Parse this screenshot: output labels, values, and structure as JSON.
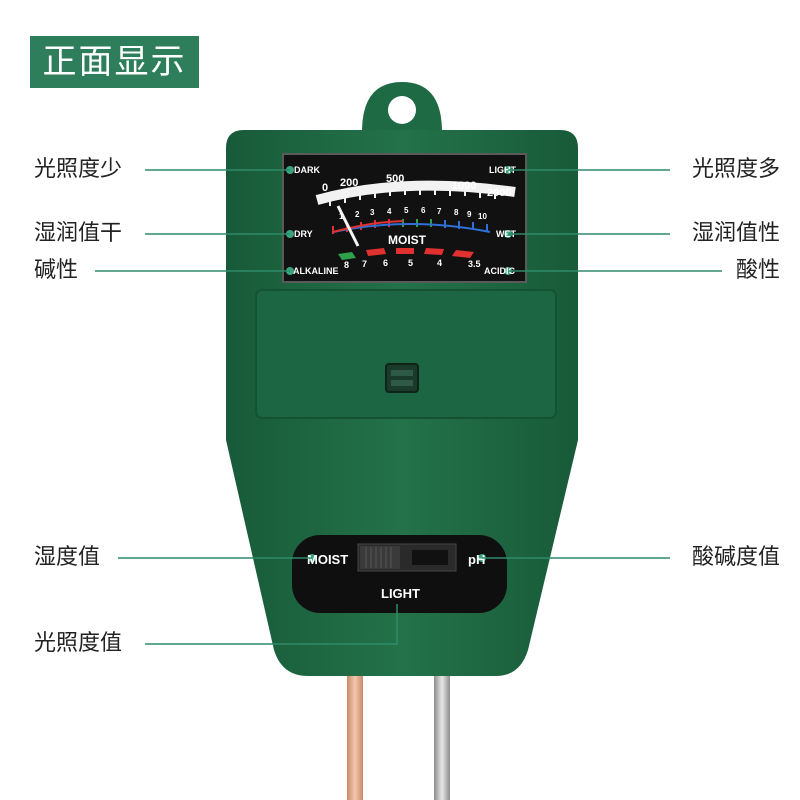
{
  "title": "正面显示",
  "callouts": {
    "light_low": "光照度少",
    "light_high": "光照度多",
    "moist_dry": "湿润值干",
    "moist_wet": "湿润值性",
    "alkaline": "碱性",
    "acidic": "酸性",
    "humidity_value": "湿度值",
    "acid_alkali_value": "酸碱度值",
    "light_value": "光照度值"
  },
  "meter": {
    "dark": "DARK",
    "light": "LIGHT",
    "dry": "DRY",
    "wet": "WET",
    "alkaline": "ALKALINE",
    "acidic": "ACIDIC",
    "moist": "MOIST",
    "light_scale": [
      "0",
      "200",
      "500",
      "1000",
      "2000"
    ],
    "moist_scale": [
      "1",
      "2",
      "3",
      "4",
      "5",
      "6",
      "7",
      "8",
      "9",
      "10"
    ],
    "ph_scale": [
      "8",
      "7",
      "6",
      "5",
      "4",
      "3.5"
    ]
  },
  "switch": {
    "moist_label": "MOIST",
    "ph_label": "pH",
    "light_label": "LIGHT"
  },
  "colors": {
    "device_green": "#1f6b45",
    "title_bg": "#2e7d5b",
    "leader_line": "#2e8b6a"
  }
}
